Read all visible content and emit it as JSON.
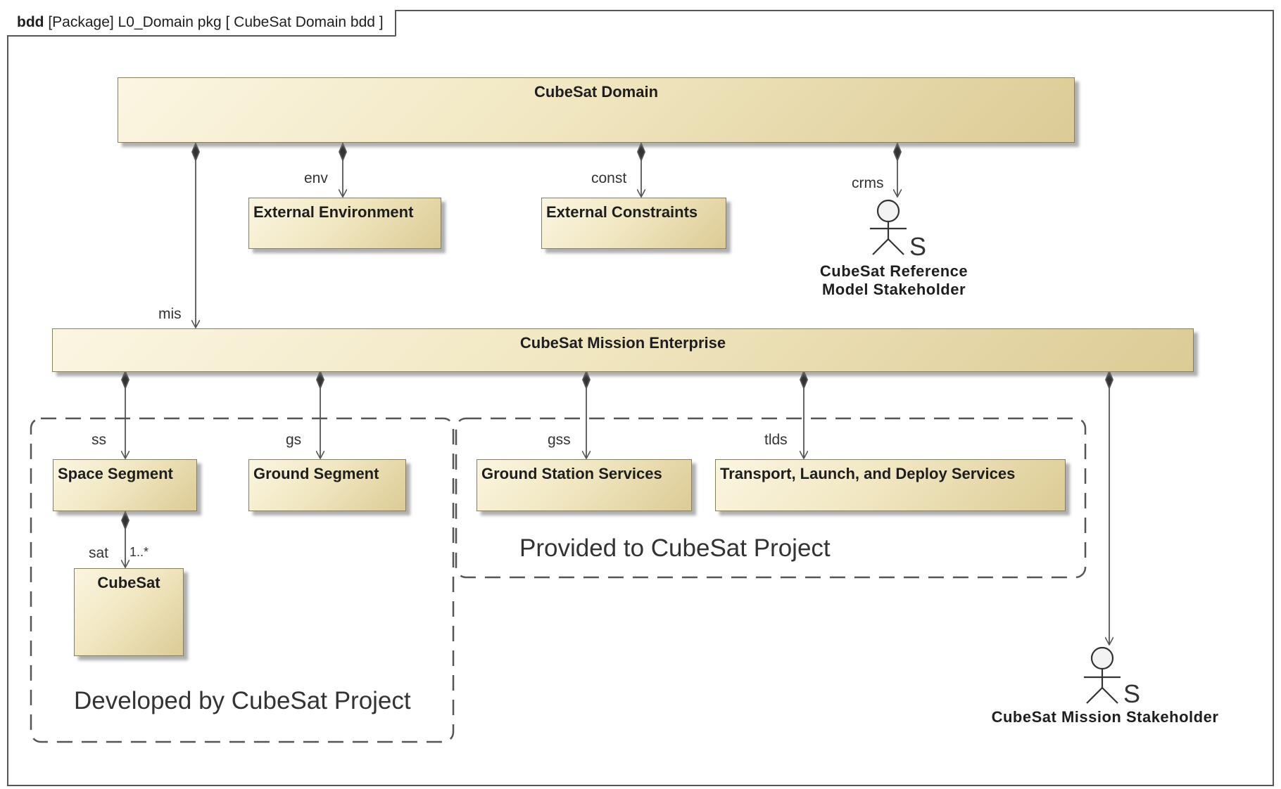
{
  "frame": {
    "kind": "bdd",
    "label": "[Package] L0_Domain pkg [ CubeSat Domain bdd ]"
  },
  "blocks": {
    "domain": "CubeSat Domain",
    "external_environment": "External Environment",
    "external_constraints": "External Constraints",
    "mission_enterprise": "CubeSat Mission Enterprise",
    "space_segment": "Space Segment",
    "ground_segment": "Ground Segment",
    "ground_station_services": "Ground Station Services",
    "transport_launch_deploy": "Transport, Launch, and Deploy Services",
    "cubesat": "CubeSat"
  },
  "actors": {
    "reference_model_stakeholder": {
      "line1": "CubeSat Reference",
      "line2": "Model Stakeholder",
      "glyph": "S"
    },
    "mission_stakeholder": {
      "line1": "CubeSat Mission Stakeholder",
      "glyph": "S"
    }
  },
  "roles": {
    "env": "env",
    "const": "const",
    "crms": "crms",
    "mis": "mis",
    "ss": "ss",
    "gs": "gs",
    "gss": "gss",
    "tlds": "tlds",
    "sat": "sat",
    "sat_multiplicity": "1..*"
  },
  "regions": {
    "developed": "Developed by CubeSat Project",
    "provided": "Provided to CubeSat Project"
  },
  "colors": {
    "block_fill_light": "#fbf6e2",
    "block_fill_dark": "#dccb95",
    "line": "#555555"
  }
}
